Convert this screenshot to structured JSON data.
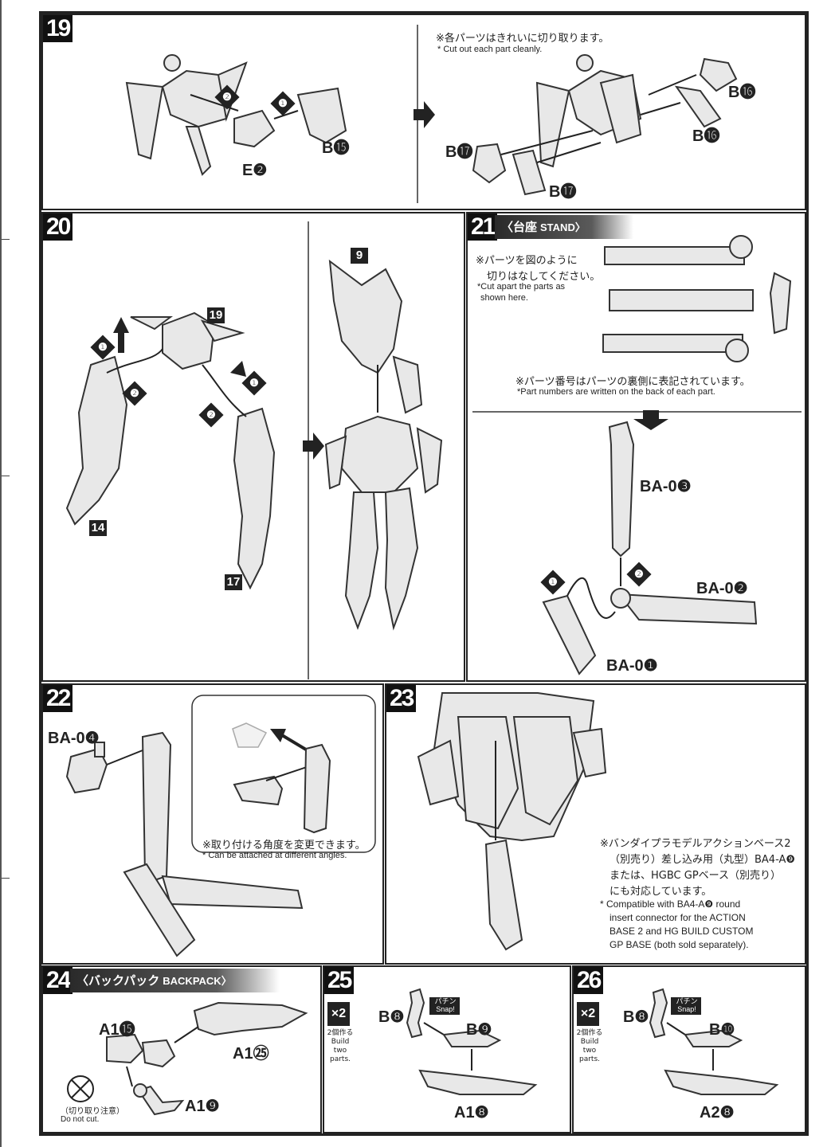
{
  "steps": {
    "s19": {
      "number": "19",
      "note_jp": "※各パーツはきれいに切り取ります。",
      "note_en": "* Cut out each part cleanly.",
      "parts": [
        "B⓯",
        "E❷",
        "B⓰",
        "B⓰",
        "B⓱",
        "B⓱"
      ],
      "order": [
        "❶",
        "❷"
      ]
    },
    "s20": {
      "number": "20",
      "refs": [
        "19",
        "14",
        "17",
        "9"
      ],
      "order": [
        "❶",
        "❷",
        "❷",
        "❶"
      ]
    },
    "s21": {
      "number": "21",
      "title_jp": "〈台座",
      "title_en": "STAND〉",
      "note1_jp_a": "※パーツを図のように",
      "note1_jp_b": "切りはなしてください。",
      "note1_en_a": "*Cut apart the parts as",
      "note1_en_b": "shown here.",
      "note2_jp": "※パーツ番号はパーツの裏側に表記されています。",
      "note2_en": "*Part numbers are written on the back of each part.",
      "parts": [
        "BA-0❸",
        "BA-0❷",
        "BA-0❶"
      ],
      "order": [
        "❶",
        "❷"
      ]
    },
    "s22": {
      "number": "22",
      "part": "BA-0❹",
      "note_jp": "※取り付ける角度を変更できます。",
      "note_en": "* Can be attached at different angles."
    },
    "s23": {
      "number": "23",
      "note_jp_1": "※バンダイプラモデルアクションベース2",
      "note_jp_2": "（別売り）差し込み用（丸型）BA4-A❾",
      "note_jp_3": "または、HGBC GPベース（別売り）",
      "note_jp_4": "にも対応しています。",
      "note_en_1": "* Compatible with BA4-A❾ round",
      "note_en_2": "insert connector for the ACTION",
      "note_en_3": "BASE 2 and HG BUILD CUSTOM",
      "note_en_4": "GP BASE (both sold separately)."
    },
    "s24": {
      "number": "24",
      "title_jp": "〈バックパック",
      "title_en": "BACKPACK〉",
      "parts": [
        "A1⓯",
        "A1㉕",
        "A1❾"
      ],
      "nocut_jp": "（切り取り注意）",
      "nocut_en": "Do not cut."
    },
    "s25": {
      "number": "25",
      "mult": "×2",
      "build_jp": "2個作る",
      "build_en": "Build two parts.",
      "snap_jp": "パチン",
      "snap_en": "Snap!",
      "parts": [
        "B❽",
        "B❾",
        "A1❽"
      ]
    },
    "s26": {
      "number": "26",
      "mult": "×2",
      "build_jp": "2個作る",
      "build_en": "Build two parts.",
      "snap_jp": "パチン",
      "snap_en": "Snap!",
      "parts": [
        "B❽",
        "B❿",
        "A2❽"
      ]
    }
  }
}
